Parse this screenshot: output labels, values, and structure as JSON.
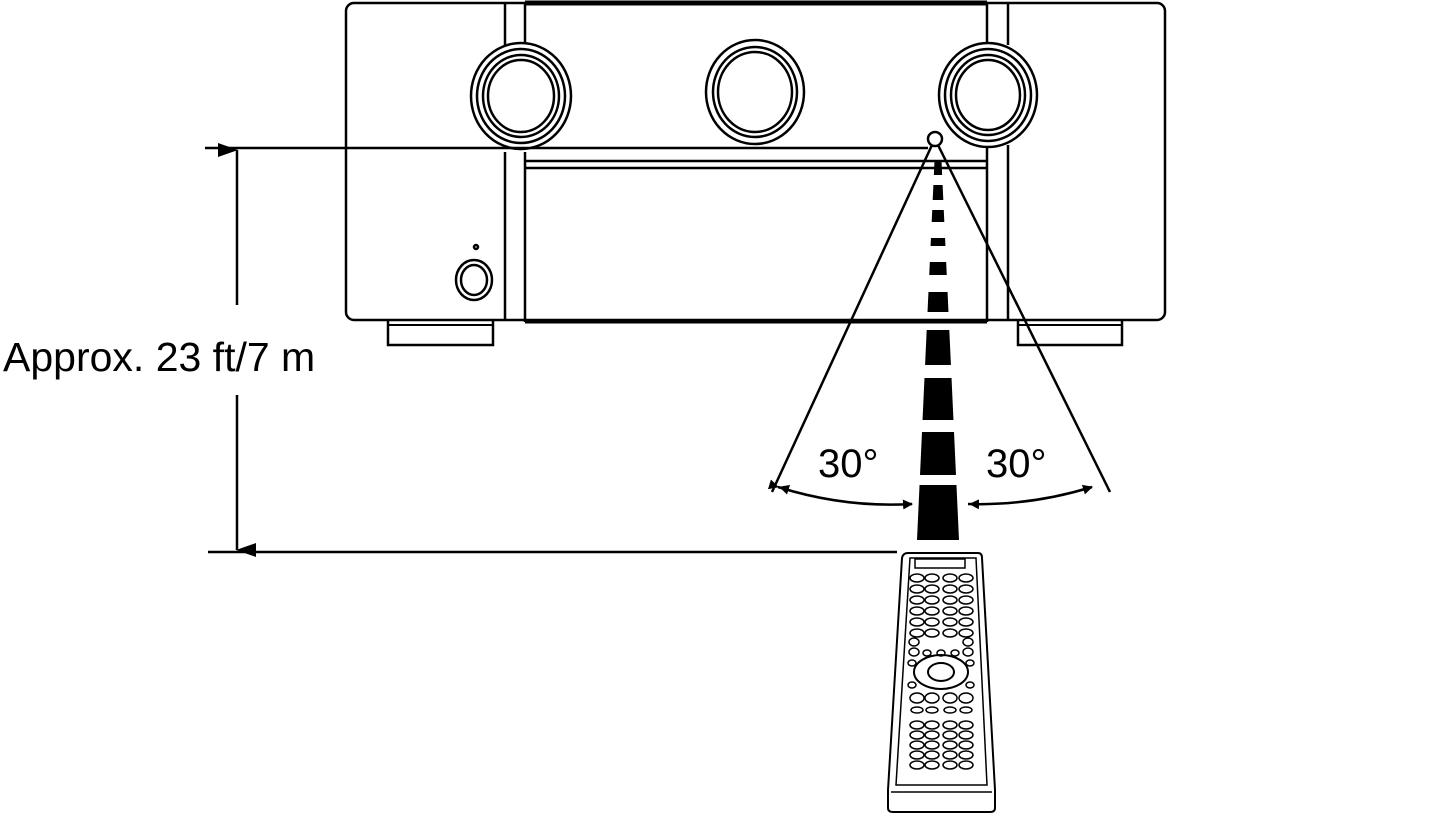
{
  "diagram": {
    "distance_label": "Approx. 23 ft/7 m",
    "angle_left_label": "30°",
    "angle_right_label": "30°",
    "line_color": "#000000",
    "background": "#ffffff"
  }
}
